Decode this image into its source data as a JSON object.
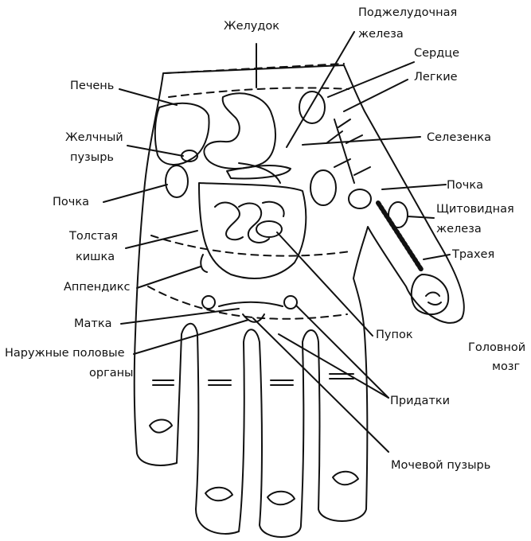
{
  "labels": {
    "stomach": "Желудок",
    "pancreas_1": "Поджелудочная",
    "pancreas_2": "железа",
    "heart": "Сердце",
    "lungs": "Легкие",
    "liver": "Печень",
    "gallbladder_1": "Желчный",
    "gallbladder_2": "пузырь",
    "spleen": "Селезенка",
    "kidney_left": "Почка",
    "kidney_right": "Почка",
    "thyroid_1": "Щитовидная",
    "thyroid_2": "железа",
    "colon_1": "Толстая",
    "colon_2": "кишка",
    "trachea": "Трахея",
    "appendix": "Аппендикс",
    "uterus": "Матка",
    "navel": "Пупок",
    "brain_1": "Головной",
    "brain_2": "мозг",
    "genitals_1": "Наружные половые",
    "genitals_2": "органы",
    "adnexa": "Придатки",
    "bladder": "Мочевой пузырь"
  },
  "colors": {
    "ink": "#111111",
    "paper": "#ffffff"
  }
}
